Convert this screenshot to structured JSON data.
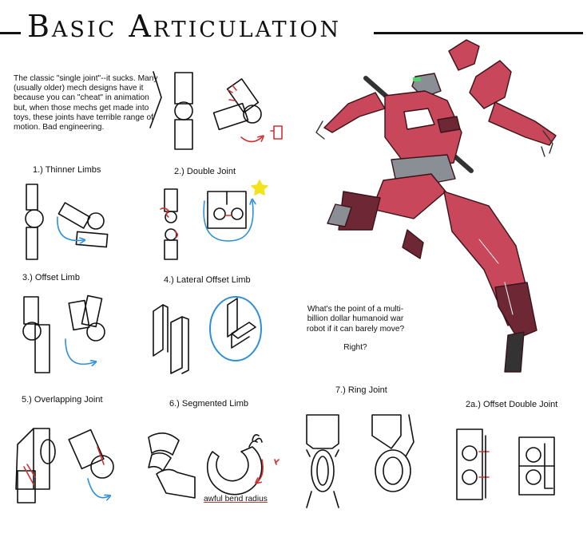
{
  "title": "Basic Articulation",
  "intro": "The classic \"single joint\"--it sucks. Many (usually older) mech designs have it because you can \"cheat\" in animation but, when those mechs get made into toys, these joints have terrible range of motion. Bad engineering.",
  "labels": {
    "thinner": "1.) Thinner Limbs",
    "double": "2.) Double Joint",
    "offset": "3.) Offset Limb",
    "lateral": "4.) Lateral Offset Limb",
    "overlap": "5.) Overlapping Joint",
    "segmented": "6.) Segmented Limb",
    "ring": "7.) Ring Joint",
    "offset_double": "2a.) Offset Double Joint"
  },
  "awful": "awful bend radius",
  "question": "What's the point of a multi-billion dollar humanoid war robot if it can barely move?",
  "answer": "Right?",
  "colors": {
    "ink": "#111111",
    "red": "#d03030",
    "blue": "#2f8fd8",
    "mech": "#c9475a",
    "mech_dark": "#6e2835",
    "star": "#f2e31a"
  }
}
